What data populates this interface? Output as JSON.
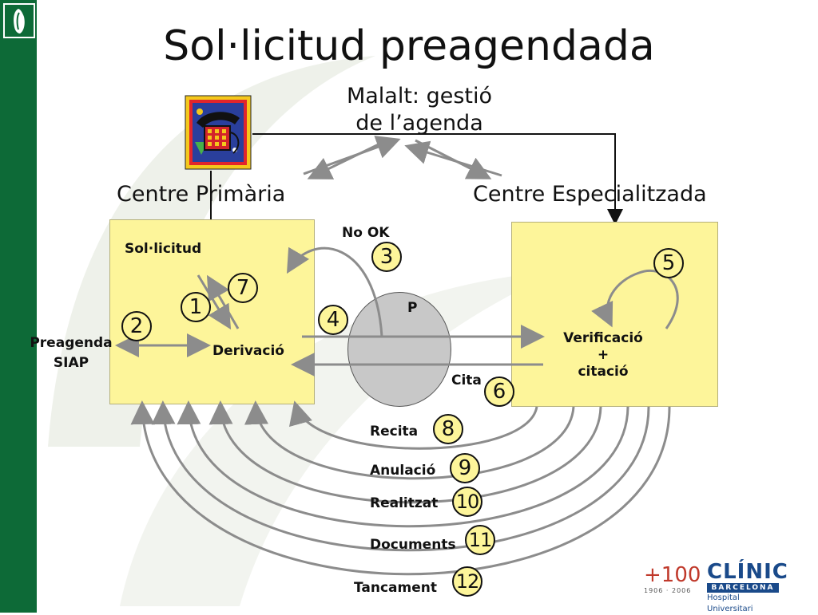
{
  "title": "Sol·licitud preagendada",
  "subtitle_line1": "Malalt: gestió",
  "subtitle_line2": "de l’agenda",
  "centre_primaria": "Centre Primària",
  "centre_especialitzada": "Centre Especialitzada",
  "labels": {
    "solicitud": "Sol·licitud",
    "derivacio": "Derivació",
    "preagenda_line1": "Preagenda",
    "preagenda_line2": "SIAP",
    "no_ok": "No OK",
    "p": "P",
    "cita": "Cita",
    "verificacio_line1": "Verificació",
    "verificacio_line2": "+",
    "verificacio_line3": "citació",
    "recita": "Recita",
    "anulacio": "Anulació",
    "realitzat": "Realitzat",
    "documents": "Documents",
    "tancament": "Tancament"
  },
  "steps": [
    "1",
    "2",
    "3",
    "4",
    "5",
    "6",
    "7",
    "8",
    "9",
    "10",
    "11",
    "12"
  ],
  "footer": {
    "anniversary_mark": "+100",
    "anniversary_years": "1906 · 2006",
    "clinic": "CLÍNIC",
    "barcelona": "BARCELONA",
    "hospital": "Hospital Universitari"
  },
  "icons": {
    "telephone": "telephone-icon",
    "hospital_logo": "hospital-logo-icon"
  },
  "colors": {
    "sidebar_green": "#0d6a37",
    "box_yellow": "#fdf59a",
    "node_gray": "#c8c8c8",
    "arrow_gray": "#8c8c8c"
  }
}
